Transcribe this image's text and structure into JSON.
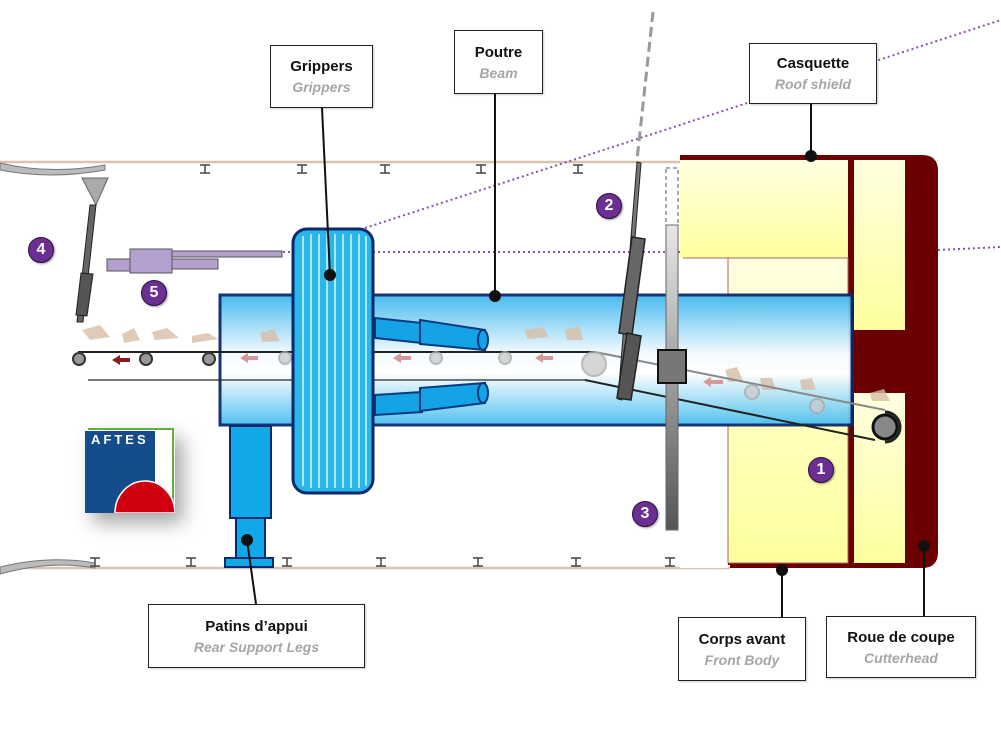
{
  "labels": {
    "grippers": {
      "fr": "Grippers",
      "en": "Grippers"
    },
    "beam": {
      "fr": "Poutre",
      "en": "Beam"
    },
    "roof_shield": {
      "fr": "Casquette",
      "en": "Roof shield"
    },
    "rear_support": {
      "fr": "Patins d’appui",
      "en": "Rear Support Legs"
    },
    "front_body": {
      "fr": "Corps avant",
      "en": "Front Body"
    },
    "cutterhead": {
      "fr": "Roue de coupe",
      "en": "Cutterhead"
    }
  },
  "markers": [
    "1",
    "2",
    "3",
    "4",
    "5"
  ],
  "logo": {
    "text": "AFTES"
  },
  "colors": {
    "marker": "#6b2e91",
    "front_body": "#6b0000",
    "front_body_fill": "#ffffc0",
    "beam": "#4fc3f0",
    "grippers": "#29b6e8",
    "legs": "#10a8e8",
    "guide_line": "#8a4fb0"
  }
}
